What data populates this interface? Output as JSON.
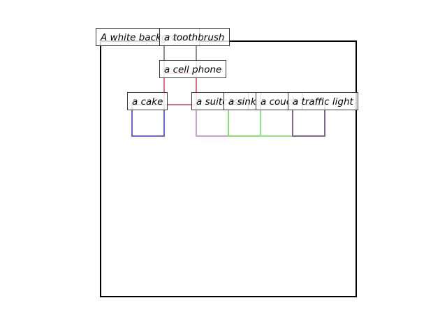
{
  "frame_label": "A white background",
  "boxes": [
    {
      "label": "a toothbrush",
      "color": "#8c8ca0"
    },
    {
      "label": "a cell phone",
      "color": "#e07080"
    },
    {
      "label": "a cake",
      "color": "#6868d0"
    },
    {
      "label": "a suitcase",
      "color": "#c8a0d0"
    },
    {
      "label": "a sink",
      "color": "#88e070"
    },
    {
      "label": "a couch",
      "color": "#90e880"
    },
    {
      "label": "a traffic light",
      "color": "#806890"
    }
  ],
  "frame_color": "#000000"
}
